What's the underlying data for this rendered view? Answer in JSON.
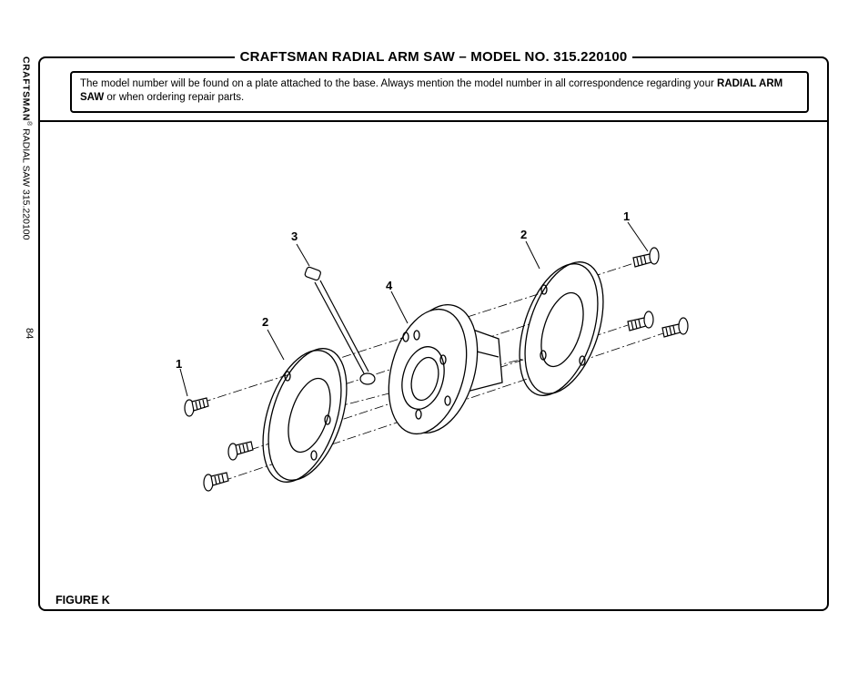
{
  "header": {
    "title": "CRAFTSMAN RADIAL ARM SAW – MODEL NO. 315.220100"
  },
  "note": {
    "text_1": "The model number will be found on a plate attached to the base. Always mention the model number in all correspondence regarding your ",
    "emphasis_1": "RADIAL ARM SAW",
    "text_2": " or when ordering repair parts."
  },
  "sidebar": {
    "brand": "CRAFTSMAN",
    "trademark": "®",
    "product": " RADIAL SAW 315.220100",
    "page_number": "84"
  },
  "figure": {
    "label": "FIGURE K",
    "callouts": {
      "left_screw": "1",
      "left_flange": "2",
      "pin": "3",
      "hub": "4",
      "right_flange": "2",
      "right_screw": "1"
    }
  }
}
